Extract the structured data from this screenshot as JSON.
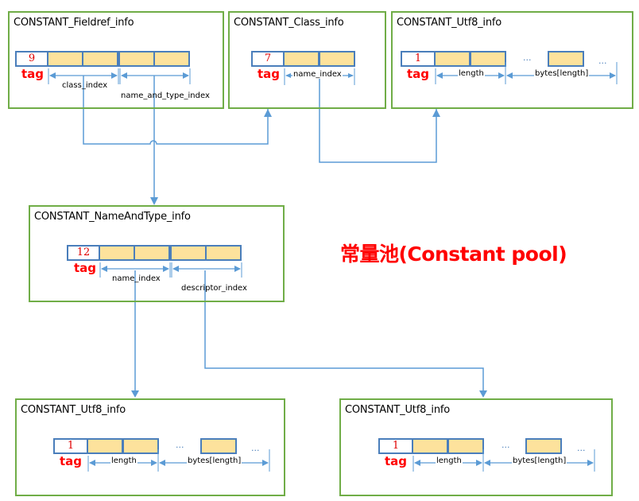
{
  "headline": "常量池(Constant pool)",
  "colors": {
    "box_border": "#70ad47",
    "cell_border": "#4a7ebb",
    "cell_fill": "#fde29c",
    "tag_text": "#ff0000",
    "connector": "#5b9bd5"
  },
  "boxes": {
    "fieldref": {
      "title": "CONSTANT_Fieldref_info",
      "tag_value": "9",
      "tag_label": "tag",
      "fields": [
        "class_index",
        "name_and_type_index"
      ]
    },
    "class": {
      "title": "CONSTANT_Class_info",
      "tag_value": "7",
      "tag_label": "tag",
      "fields": [
        "name_index"
      ]
    },
    "utf8_top": {
      "title": "CONSTANT_Utf8_info",
      "tag_value": "1",
      "tag_label": "tag",
      "fields": [
        "length",
        "bytes[length]"
      ],
      "ellipsis": "..."
    },
    "nameandtype": {
      "title": "CONSTANT_NameAndType_info",
      "tag_value": "12",
      "tag_label": "tag",
      "fields": [
        "name_index",
        "descriptor_index"
      ]
    },
    "utf8_left": {
      "title": "CONSTANT_Utf8_info",
      "tag_value": "1",
      "tag_label": "tag",
      "fields": [
        "length",
        "bytes[length]"
      ],
      "ellipsis": "..."
    },
    "utf8_right": {
      "title": "CONSTANT_Utf8_info",
      "tag_value": "1",
      "tag_label": "tag",
      "fields": [
        "length",
        "bytes[length]"
      ],
      "ellipsis": "..."
    }
  },
  "edges": [
    {
      "from": "fieldref.class_index",
      "to": "class"
    },
    {
      "from": "fieldref.name_and_type_index",
      "to": "nameandtype"
    },
    {
      "from": "class.name_index",
      "to": "utf8_top"
    },
    {
      "from": "nameandtype.name_index",
      "to": "utf8_left"
    },
    {
      "from": "nameandtype.descriptor_index",
      "to": "utf8_right"
    }
  ]
}
